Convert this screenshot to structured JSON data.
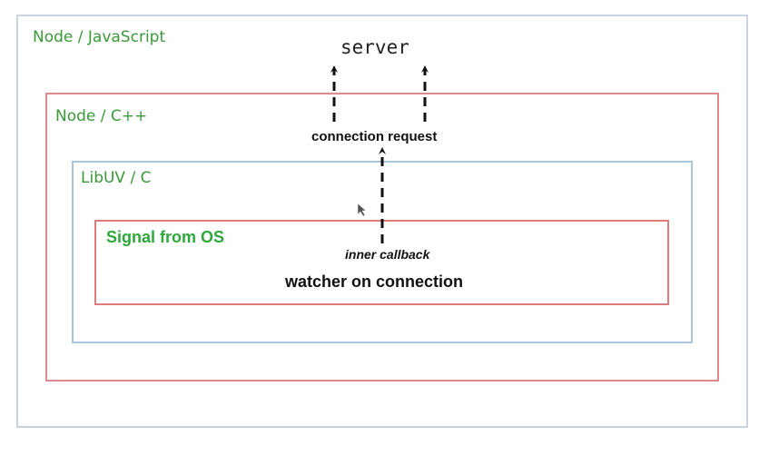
{
  "layers": {
    "javascript": {
      "label": "Node / JavaScript"
    },
    "cpp": {
      "label": "Node / C++"
    },
    "libuv": {
      "label": "LibUV / C"
    },
    "os": {
      "label": "Signal from OS"
    }
  },
  "server": {
    "label": "server"
  },
  "connection_request": {
    "label": "connection request"
  },
  "inner_callback": {
    "label": "inner callback"
  },
  "watcher": {
    "label": "watcher on connection"
  },
  "colors": {
    "layer_label": "#3a9a3a",
    "os_label": "#2da83a",
    "js_border": "#c9d3e2",
    "cpp_border": "#dd8a8a",
    "libuv_border": "#a9c4dc",
    "os_border": "#dd7c7c",
    "arrow": "#111111"
  }
}
